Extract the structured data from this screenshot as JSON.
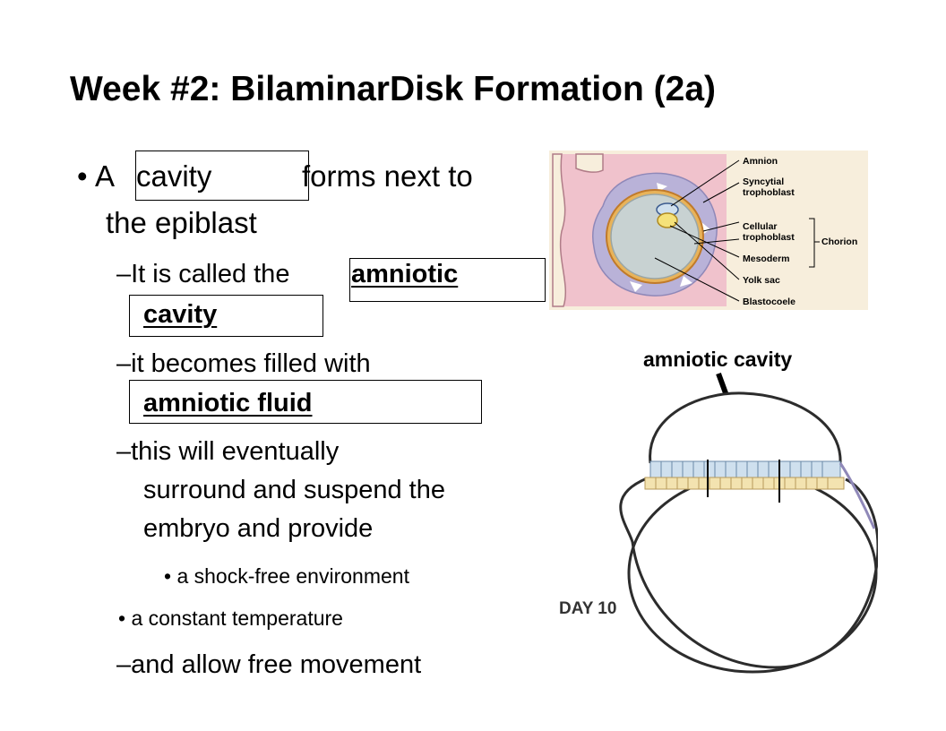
{
  "title": "Week #2: BilaminarDisk Formation (2a)",
  "bullets": {
    "b1_bullet": "•",
    "b1_a": "A",
    "b1_blank": "cavity",
    "b1_b": "forms next to",
    "b1_c": "the epiblast",
    "s1_a": "–It is called the",
    "s1_blank1": "amniotic",
    "s1_blank2": "cavity",
    "s2_a": "–it becomes filled with",
    "s2_blank": "amniotic fluid",
    "s3_a": "–this will eventually",
    "s3_b": "surround and suspend the",
    "s3_c": "embryo and provide",
    "t1": "• a shock-free environment",
    "t2": "• a constant temperature",
    "s4": "–and allow free movement"
  },
  "figure_top": {
    "labels": {
      "amnion": "Amnion",
      "syncytial_1": "Syncytial",
      "syncytial_2": "trophoblast",
      "cellular_1": "Cellular",
      "cellular_2": "trophoblast",
      "chorion": "Chorion",
      "mesoderm": "Mesoderm",
      "yolk_sac": "Yolk sac",
      "blastocoele": "Blastocoele"
    }
  },
  "figure_bottom": {
    "caption": "amniotic cavity",
    "day_label": "DAY 10"
  },
  "colors": {
    "tissue_pink": "#f0c2cc",
    "cavity_gray": "#c8d2d2",
    "membrane_purple": "#b9b2d8",
    "epiblast_blue": "#cfe0ee",
    "hypoblast_yellow": "#f3e3b0"
  }
}
